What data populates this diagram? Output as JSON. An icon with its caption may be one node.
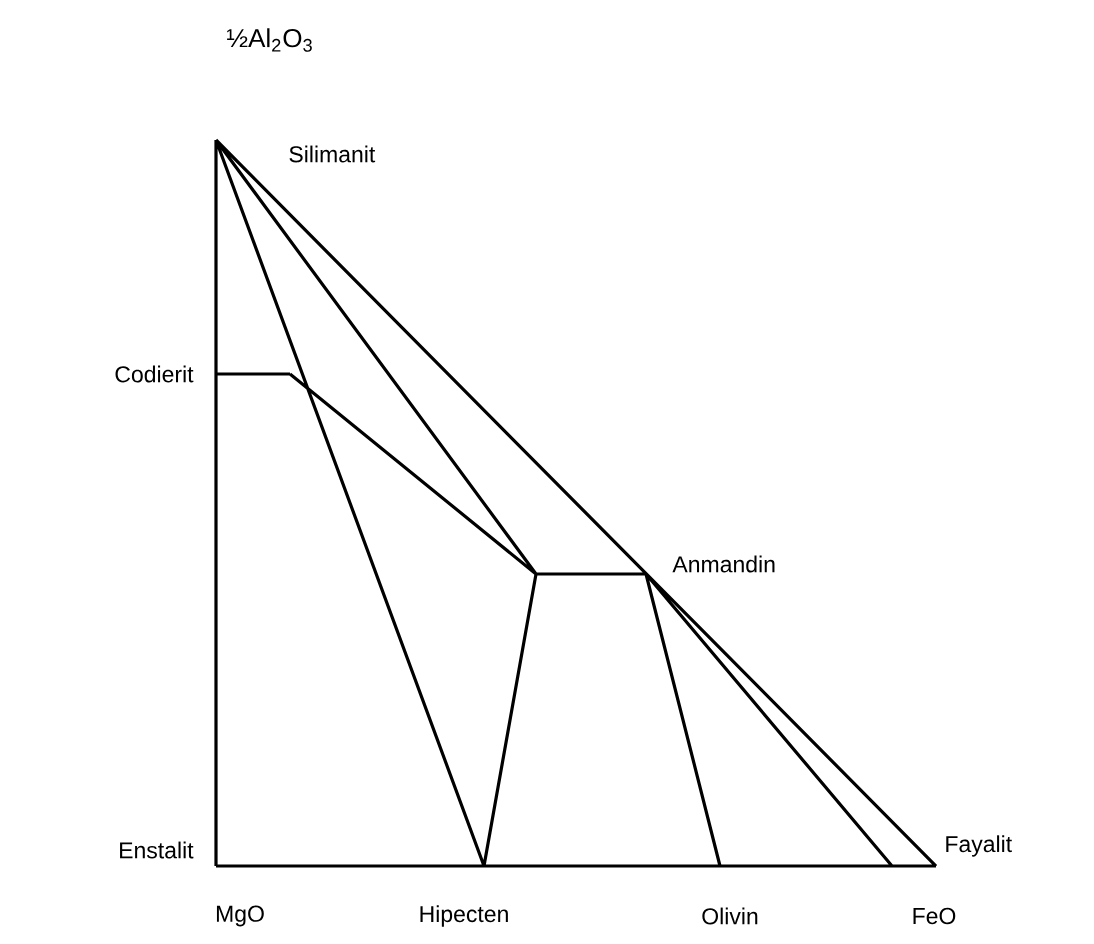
{
  "diagram": {
    "labels": [
      "½Al$_{2}$O$_{3}$",
      "Silimanit",
      "Codierit",
      "Anmandin",
      "Enstalit",
      "Fayalit",
      "MgO",
      "Hipecten",
      "Olivin",
      "FeO"
    ]
  }
}
